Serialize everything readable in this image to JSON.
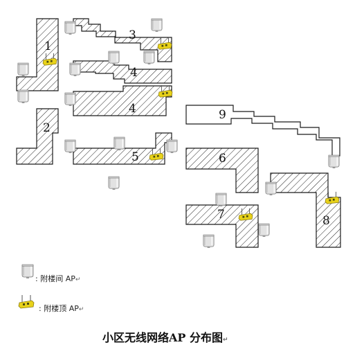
{
  "title": "小区无线网络AP 分布图",
  "return_mark": "↵",
  "buildings": {
    "b1": "1",
    "b2": "2",
    "b3": "3",
    "b4a": "4",
    "b4b": "4",
    "b5": "5",
    "b6": "6",
    "b7": "7",
    "b8": "8",
    "b9": "9"
  },
  "legend": {
    "indoor_ap": ": 附楼间 AP",
    "roof_ap": ": 附楼顶 AP"
  },
  "colors": {
    "indoor_ap": "#d8d8d8",
    "roof_ap": "#e8d21a",
    "hatch": "#222222"
  },
  "icons": {
    "indoor_ap": "indoor-ap-icon",
    "roof_ap": "roof-ap-icon"
  }
}
